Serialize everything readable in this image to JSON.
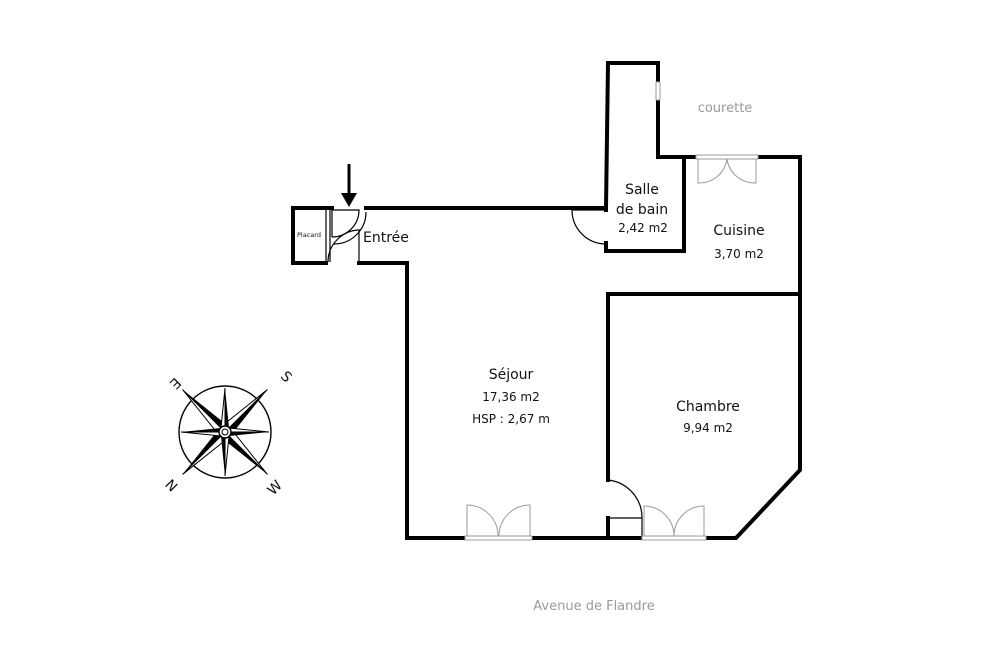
{
  "rooms": {
    "salle_de_bain": {
      "name_line1": "Salle",
      "name_line2": "de bain",
      "area": "2,42 m2"
    },
    "cuisine": {
      "name": "Cuisine",
      "area": "3,70 m2"
    },
    "sejour": {
      "name": "Séjour",
      "area": "17,36 m2",
      "hsp": "HSP : 2,67 m"
    },
    "chambre": {
      "name": "Chambre",
      "area": "9,94 m2"
    },
    "entree": {
      "name": "Entrée"
    },
    "placard": {
      "name": "Placard"
    }
  },
  "surroundings": {
    "courette": "courette",
    "street": "Avenue de Flandre"
  },
  "compass": {
    "south": "S",
    "east": "E",
    "north": "N",
    "west": "W"
  }
}
